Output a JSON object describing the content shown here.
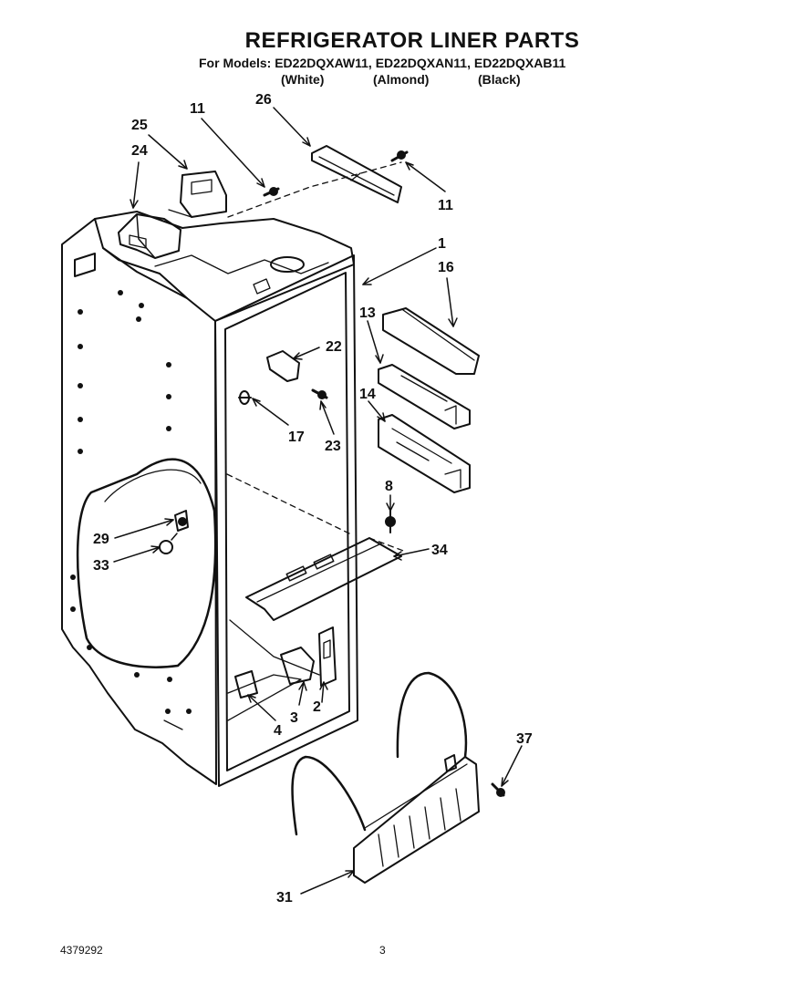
{
  "header": {
    "title": "REFRIGERATOR LINER PARTS",
    "models_line": "For Models: ED22DQXAW11, ED22DQXAN11, ED22DQXAB11",
    "finishes": [
      "(White)",
      "(Almond)",
      "(Black)"
    ]
  },
  "callouts": {
    "c25": "25",
    "c11a": "11",
    "c26": "26",
    "c24": "24",
    "c11b": "11",
    "c1": "1",
    "c16": "16",
    "c13": "13",
    "c22": "22",
    "c14": "14",
    "c17": "17",
    "c23": "23",
    "c8": "8",
    "c29": "29",
    "c34": "34",
    "c33": "33",
    "c3": "3",
    "c2": "2",
    "c4": "4",
    "c37": "37",
    "c31": "31"
  },
  "footer": {
    "doc_number": "4379292",
    "page_number": "3"
  }
}
